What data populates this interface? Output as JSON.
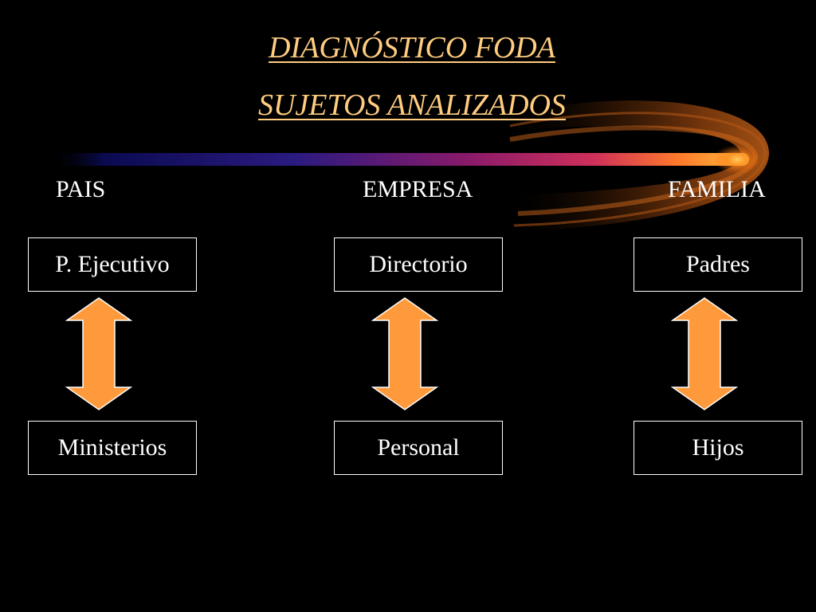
{
  "title": "DIAGNÓSTICO FODA",
  "subtitle": "SUJETOS ANALIZADOS",
  "columns": [
    {
      "heading": "PAIS",
      "top_box": "P. Ejecutivo",
      "bottom_box": "Ministerios"
    },
    {
      "heading": "EMPRESA",
      "top_box": "Directorio",
      "bottom_box": "Personal"
    },
    {
      "heading": "FAMILIA",
      "top_box": "Padres",
      "bottom_box": "Hijos"
    }
  ],
  "colors": {
    "background": "#000000",
    "title": "#ffcc80",
    "text": "#ffffff",
    "arrow_fill": "#ff9a3c",
    "arrow_stroke": "#ffffff"
  }
}
